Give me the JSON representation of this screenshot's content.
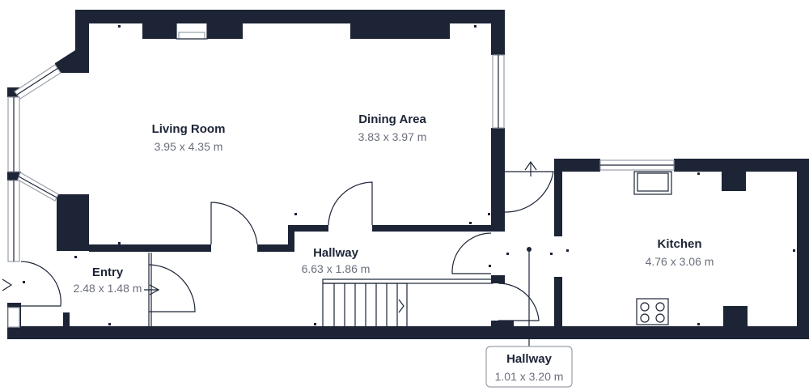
{
  "rooms": [
    {
      "name": "Living Room",
      "dims": "3.95 x 4.35 m"
    },
    {
      "name": "Dining Area",
      "dims": "3.83 x 3.97 m"
    },
    {
      "name": "Hallway",
      "dims": "6.63 x 1.86 m"
    },
    {
      "name": "Entry",
      "dims": "2.48 x 1.48 m"
    },
    {
      "name": "Kitchen",
      "dims": "4.76 x 3.06 m"
    },
    {
      "name": "Hallway",
      "dims": "1.01 x 3.20 m"
    }
  ],
  "colors": {
    "wall": "#1c2436",
    "dim_text": "#6a6f7c",
    "background": "#ffffff"
  }
}
